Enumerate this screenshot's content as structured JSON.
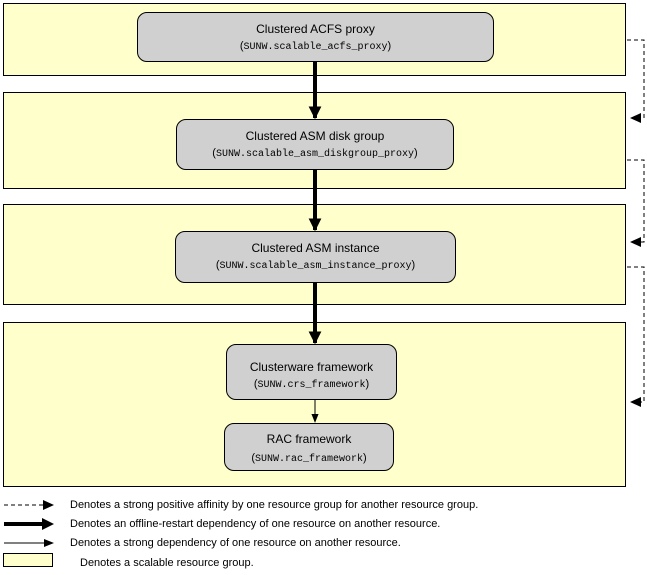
{
  "colors": {
    "group_fill": "#ffffcc",
    "resource_fill": "#d0d0d0",
    "line": "#000000"
  },
  "resources": {
    "acfs_proxy": {
      "name": "Clustered ACFS proxy",
      "open": "(",
      "type": "SUNW.scalable_acfs_proxy",
      "close": ")"
    },
    "asm_diskgroup": {
      "name": "Clustered ASM disk group",
      "open": "(",
      "type": "SUNW.scalable_asm_diskgroup_proxy",
      "close": ")"
    },
    "asm_instance": {
      "name": "Clustered ASM instance",
      "open": "(",
      "type": "SUNW.scalable_asm_instance_proxy",
      "close": ")"
    },
    "crs_framework": {
      "name": "Clusterware framework",
      "open": "(",
      "type": "SUNW.crs_framework",
      "close": ")"
    },
    "rac_framework": {
      "name": "RAC framework",
      "open": "(",
      "type": "SUNW.rac_framework",
      "close": ")"
    }
  },
  "legend": {
    "affinity": "Denotes a strong positive affinity by one resource group for another resource group.",
    "offline_restart": "Denotes an offline-restart dependency of one resource on another resource.",
    "strong_dependency": "Denotes a strong dependency of one resource on another resource.",
    "scalable_group": "Denotes a scalable resource group."
  }
}
